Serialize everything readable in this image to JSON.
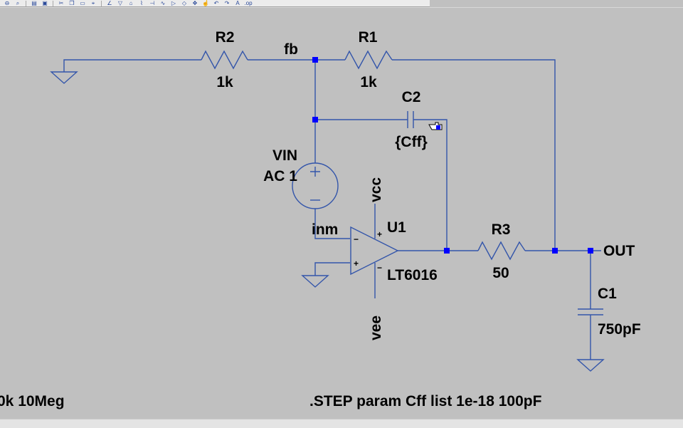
{
  "toolbar": {
    "icons": [
      "zoom-out-icon",
      "zoom-fit-icon",
      "print-icon",
      "print-preview-icon",
      "cut-icon",
      "copy-icon",
      "paste-icon",
      "find-icon",
      "wire-icon",
      "ground-icon",
      "label-icon",
      "resistor-icon",
      "capacitor-icon",
      "inductor-icon",
      "diode-icon",
      "component-icon",
      "move-icon",
      "drag-icon",
      "undo-icon",
      "redo-icon",
      "rotate-icon",
      "mirror-icon",
      "text-icon",
      "spice-directive-icon"
    ]
  },
  "schematic": {
    "r2": {
      "ref": "R2",
      "value": "1k"
    },
    "r1": {
      "ref": "R1",
      "value": "1k"
    },
    "c2": {
      "ref": "C2",
      "value": "{Cff}"
    },
    "vin": {
      "ref": "VIN",
      "value": "AC 1"
    },
    "u1": {
      "ref": "U1",
      "value": "LT6016"
    },
    "r3": {
      "ref": "R3",
      "value": "50"
    },
    "c1": {
      "ref": "C1",
      "value": "750pF"
    },
    "nets": {
      "fb": "fb",
      "inm": "inm",
      "vcc": "vcc",
      "vee": "vee",
      "out": "OUT"
    },
    "opamp_pins": {
      "plus_top": "+",
      "minus_bottom": "−",
      "inv": "−",
      "noninv": "+"
    },
    "directives": {
      "ac": "0k 10Meg",
      "step": ".STEP param Cff list 1e-18 100pF"
    }
  },
  "colors": {
    "background": "#c0c0c0",
    "wire": "#3355aa",
    "junction": "#0000ff",
    "text": "#000000"
  }
}
